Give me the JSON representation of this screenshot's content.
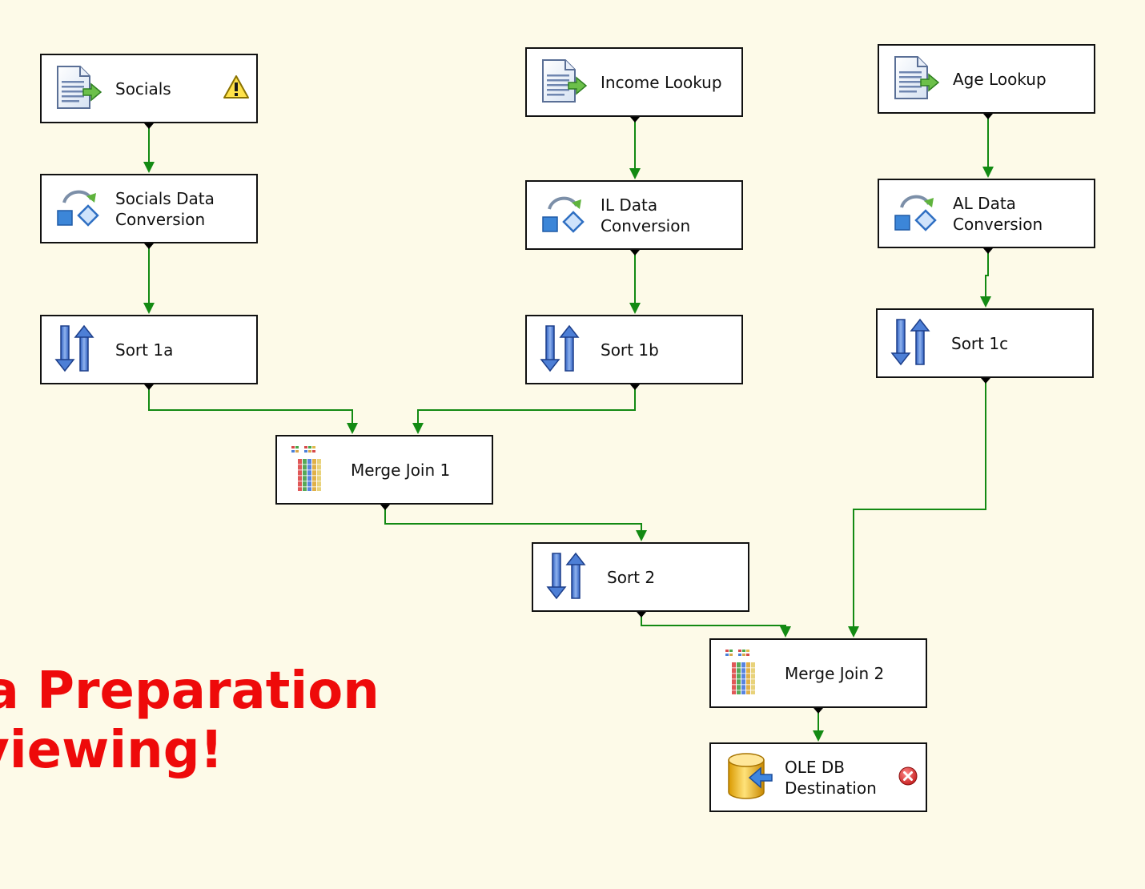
{
  "nodes": {
    "socials": {
      "label": "Socials",
      "icon": "flat-file-source-icon",
      "status": "warning-icon"
    },
    "income_lookup": {
      "label": "Income Lookup",
      "icon": "flat-file-source-icon"
    },
    "age_lookup": {
      "label": "Age Lookup",
      "icon": "flat-file-source-icon"
    },
    "socials_conv": {
      "label": "Socials Data\nConversion",
      "icon": "data-conversion-icon"
    },
    "il_conv": {
      "label": "IL Data\nConversion",
      "icon": "data-conversion-icon"
    },
    "al_conv": {
      "label": "AL Data\nConversion",
      "icon": "data-conversion-icon"
    },
    "sort_1a": {
      "label": "Sort 1a",
      "icon": "sort-icon"
    },
    "sort_1b": {
      "label": "Sort 1b",
      "icon": "sort-icon"
    },
    "sort_1c": {
      "label": "Sort 1c",
      "icon": "sort-icon"
    },
    "merge_join_1": {
      "label": "Merge Join 1",
      "icon": "merge-join-icon"
    },
    "sort_2": {
      "label": "Sort 2",
      "icon": "sort-icon"
    },
    "merge_join_2": {
      "label": "Merge Join 2",
      "icon": "merge-join-icon"
    },
    "ole_db_dest": {
      "label": "OLE DB\nDestination",
      "icon": "ole-db-destination-icon",
      "status": "error-icon"
    }
  },
  "edges": [
    [
      "socials",
      "socials_conv"
    ],
    [
      "income_lookup",
      "il_conv"
    ],
    [
      "age_lookup",
      "al_conv"
    ],
    [
      "socials_conv",
      "sort_1a"
    ],
    [
      "il_conv",
      "sort_1b"
    ],
    [
      "al_conv",
      "sort_1c"
    ],
    [
      "sort_1a",
      "merge_join_1"
    ],
    [
      "sort_1b",
      "merge_join_1"
    ],
    [
      "merge_join_1",
      "sort_2"
    ],
    [
      "sort_2",
      "merge_join_2"
    ],
    [
      "sort_1c",
      "merge_join_2"
    ],
    [
      "merge_join_2",
      "ole_db_dest"
    ]
  ],
  "overlay": {
    "line1": "ta Preparation",
    "line2": "viewing!"
  },
  "colors": {
    "background": "#fdfae8",
    "path": "#138a13",
    "overlay_text": "#ee0a0a"
  }
}
